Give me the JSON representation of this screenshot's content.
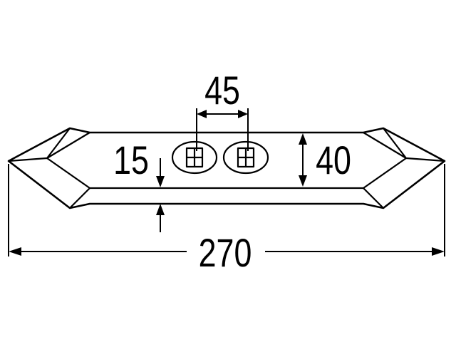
{
  "dimensions": {
    "overall_length": "270",
    "hole_spacing": "45",
    "blade_width": "40",
    "hole_offset": "15"
  },
  "colors": {
    "line": "#000000",
    "background": "#ffffff"
  }
}
